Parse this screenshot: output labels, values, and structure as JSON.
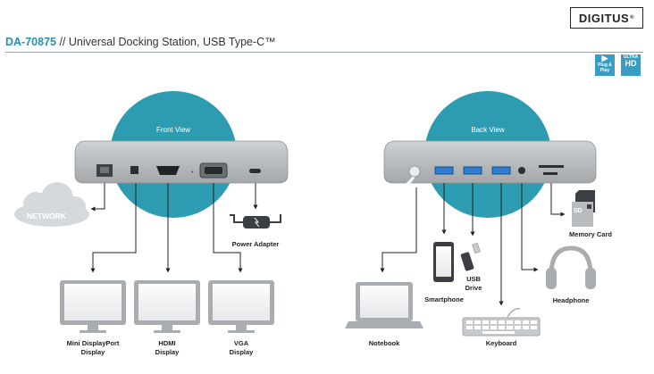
{
  "brand": {
    "logo": "DIGITUS"
  },
  "header": {
    "model": "DA-70875",
    "separator": " // ",
    "title": "Universal Docking Station, USB Type-C™"
  },
  "badges": {
    "plug_play": "Plug & Play",
    "ultra_hd_top": "ULTRA",
    "ultra_hd_main": "HD"
  },
  "front": {
    "view_label": "Front View",
    "network": "NETWORK",
    "power_adapter": "Power Adapter",
    "displays": [
      {
        "line1": "Mini DisplayPort",
        "line2": "Display"
      },
      {
        "line1": "HDMI",
        "line2": "Display"
      },
      {
        "line1": "VGA",
        "line2": "Display"
      }
    ]
  },
  "back": {
    "view_label": "Back View",
    "notebook": "Notebook",
    "smartphone": "Smartphone",
    "usb_drive_line1": "USB",
    "usb_drive_line2": "Drive",
    "keyboard": "Keyboard",
    "headphone": "Headphone",
    "memory_card": "Memory Card",
    "sd_text": "SD"
  },
  "colors": {
    "accent_teal": "#2d9bb0",
    "model_blue": "#2c8fb0",
    "port_blue": "#2c7fd0",
    "device_grey": "#a9adb1"
  }
}
